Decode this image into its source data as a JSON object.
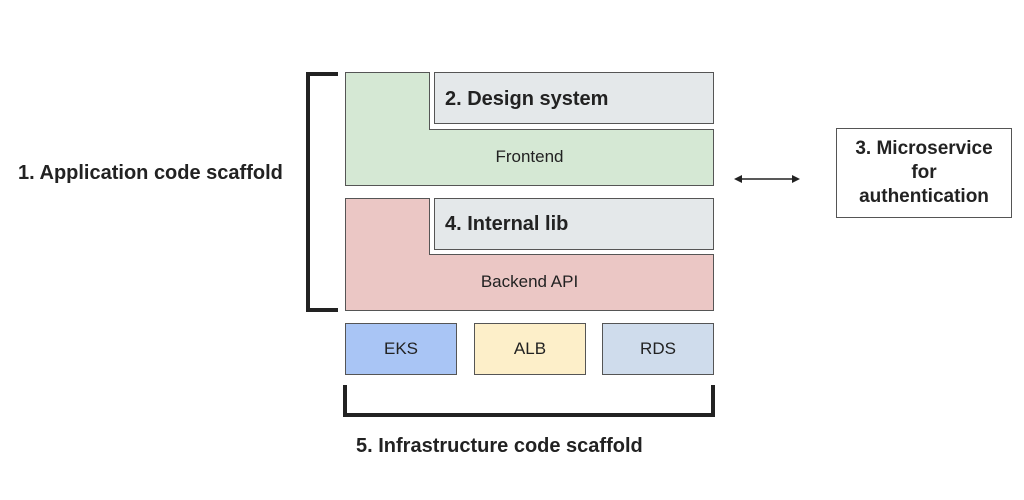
{
  "labels": {
    "app_scaffold": "1. Application code scaffold",
    "infra_scaffold": "5. Infrastructure code scaffold",
    "microservice": "3. Microservice for authentication"
  },
  "components": {
    "design_system": "2. Design system",
    "frontend": "Frontend",
    "internal_lib": "4. Internal lib",
    "backend_api": "Backend API"
  },
  "infra": {
    "eks": "EKS",
    "alb": "ALB",
    "rds": "RDS"
  },
  "colors": {
    "frontend": "#d5e8d4",
    "backend": "#ebc7c5",
    "library": "#e4e8ea",
    "eks": "#a9c5f5",
    "alb": "#fdefc9",
    "rds": "#cfdcec"
  }
}
